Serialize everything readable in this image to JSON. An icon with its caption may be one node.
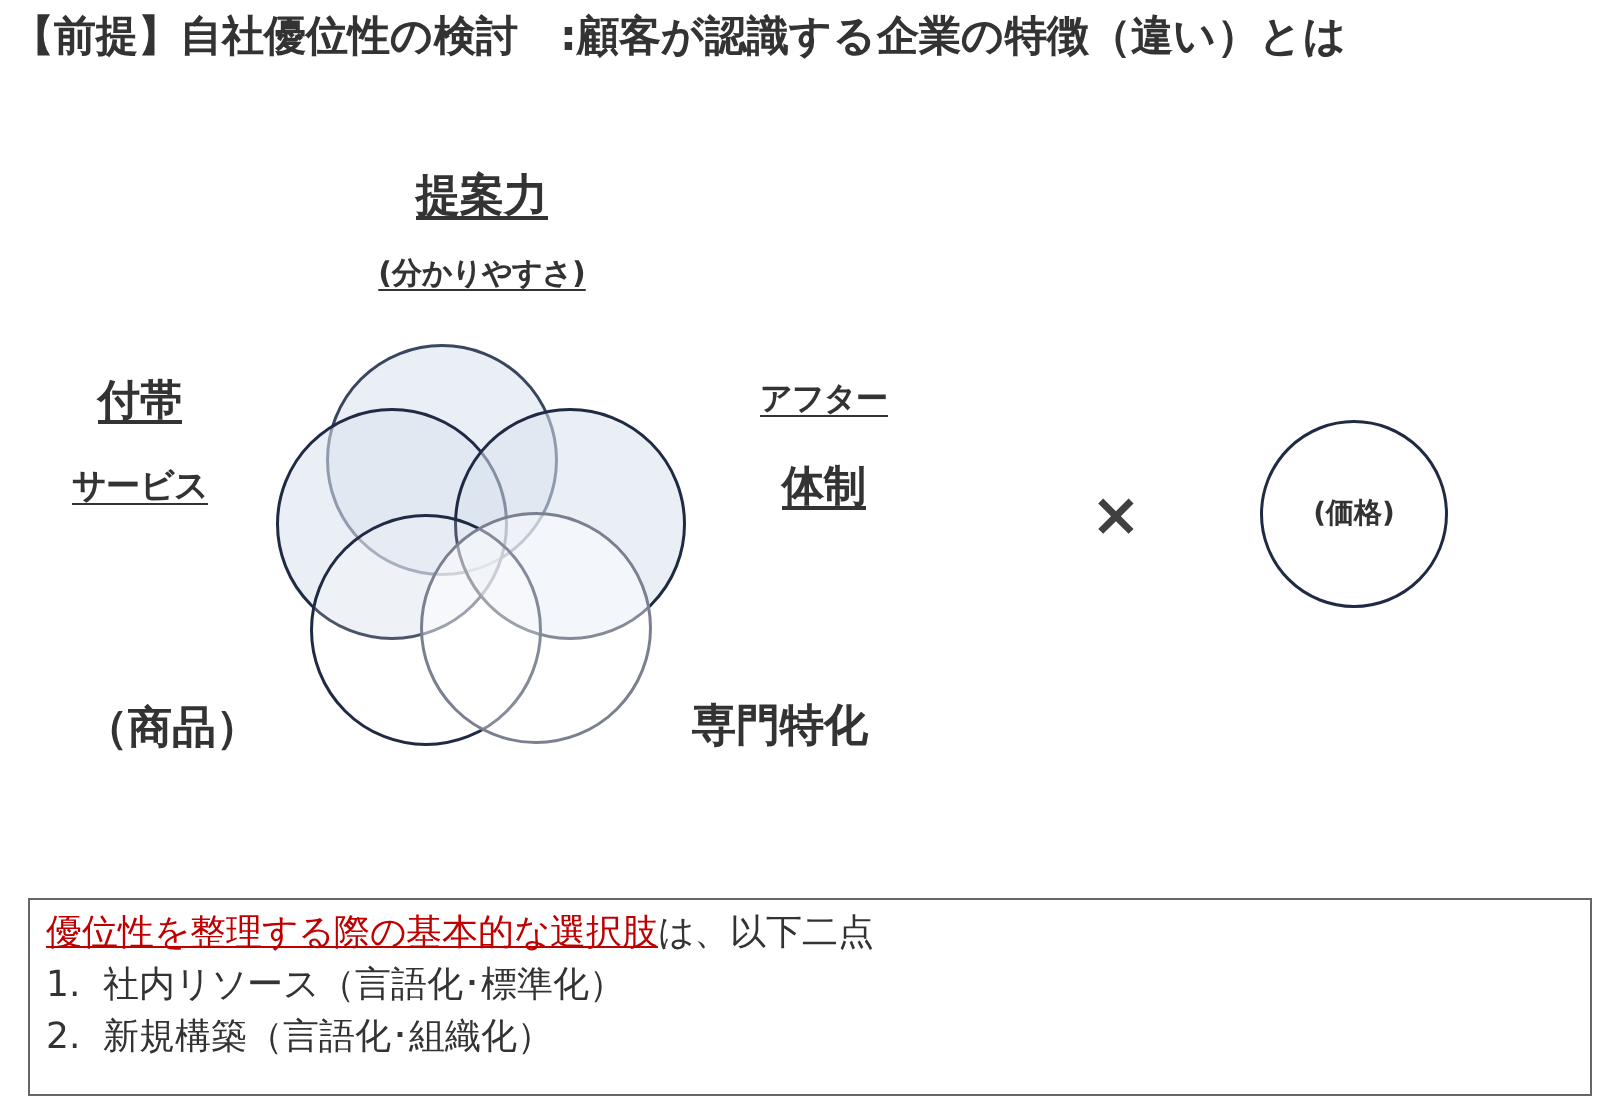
{
  "diagram": {
    "title": "【前提】自社優位性の検討　:顧客が認識する企業の特徴（違い）とは",
    "nodes": [
      {
        "text": [],
        "shape": "circle",
        "beside": [
          "提案力",
          "(分かりやすさ)"
        ]
      },
      {
        "text": [],
        "shape": "circle",
        "beside": [
          "付帯",
          "サービス"
        ]
      },
      {
        "text": [],
        "shape": "circle",
        "beside": [
          "アフター",
          "体制"
        ]
      },
      {
        "text": [],
        "shape": "circle",
        "beside": [
          "（商品）"
        ]
      },
      {
        "text": [],
        "shape": "circle",
        "beside": [
          "専門特化"
        ]
      },
      {
        "text": [
          "(価格)"
        ]
      },
      {
        "text": [
          "**優位性を整理する際の基本的な選択肢**は、以下二点",
          "1.  社内リソース（言語化･標準化）",
          "2.  新規構築（言語化･組織化）"
        ]
      }
    ],
    "labels": [
      "×"
    ]
  }
}
